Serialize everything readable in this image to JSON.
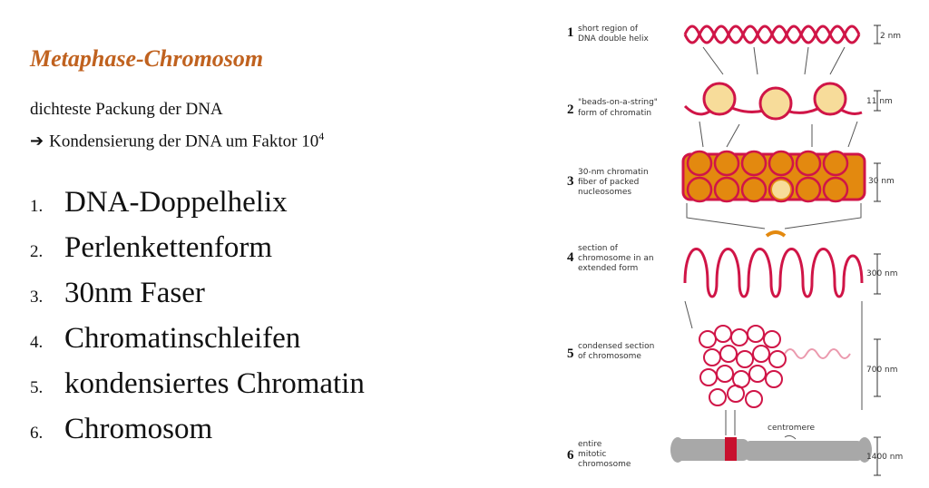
{
  "slide": {
    "title": "Metaphase-Chromosom",
    "subtitle_line1": "dichteste Packung der DNA",
    "subtitle_line2_arrow": "➔",
    "subtitle_line2_text": "Kondensierung der DNA um Faktor 10",
    "subtitle_line2_exp": "4",
    "steps": [
      {
        "num": "1.",
        "text": "DNA-Doppelhelix"
      },
      {
        "num": "2.",
        "text": "Perlenkettenform"
      },
      {
        "num": "3.",
        "text": "30nm Faser"
      },
      {
        "num": "4.",
        "text": "Chromatinschleifen"
      },
      {
        "num": "5.",
        "text": "kondensiertes Chromatin"
      },
      {
        "num": "6.",
        "text": "Chromosom"
      }
    ]
  },
  "figure": {
    "levels": [
      {
        "num": "1",
        "line1": "short region of",
        "line2": "DNA double helix",
        "line3": "",
        "size": "2 nm"
      },
      {
        "num": "2",
        "line1": "\"beads-on-a-string\"",
        "line2": "form of chromatin",
        "line3": "",
        "size": "11 nm"
      },
      {
        "num": "3",
        "line1": "30-nm chromatin",
        "line2": "fiber of packed",
        "line3": "nucleosomes",
        "size": "30 nm"
      },
      {
        "num": "4",
        "line1": "section of",
        "line2": "chromosome in an",
        "line3": "extended form",
        "size": "300 nm"
      },
      {
        "num": "5",
        "line1": "condensed section",
        "line2": "of chromosome",
        "line3": "",
        "size": "700 nm"
      },
      {
        "num": "6",
        "line1": "entire",
        "line2": "mitotic",
        "line3": "chromosome",
        "size": "1400 nm"
      }
    ],
    "centromere_label": "centromere",
    "colors": {
      "dna": "#d01547",
      "bead": "#e3890f",
      "bead_core": "#f7dc9a",
      "chromosome": "#a8a8a8",
      "centromere": "#c8102e"
    }
  }
}
